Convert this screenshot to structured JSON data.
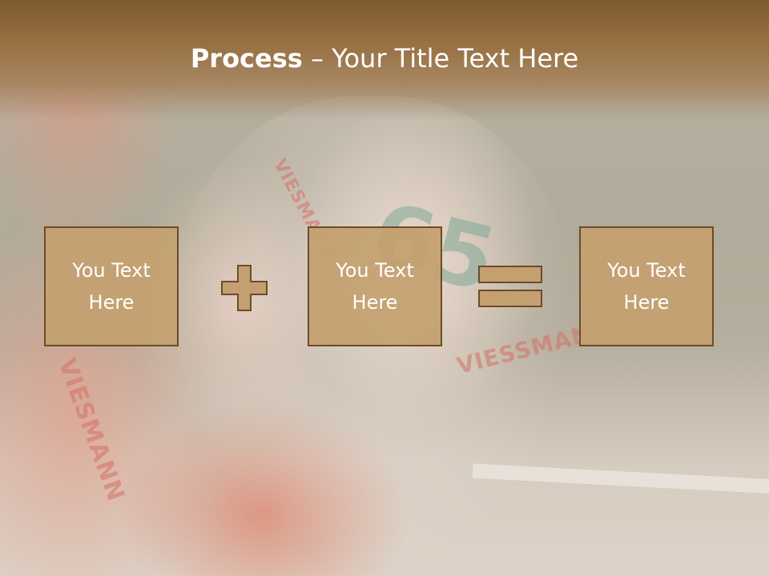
{
  "slide": {
    "title_bold": "Process",
    "title_dash": " – ",
    "title_rest": "Your Title Text Here"
  },
  "boxes": [
    {
      "text": "You Text\nHere"
    },
    {
      "text": "You Text\nHere"
    },
    {
      "text": "You Text\nHere"
    }
  ],
  "background_stickers": [
    "VIESSMANN",
    "VIESMANN",
    "VIESMANN"
  ],
  "background_number": "65",
  "icons": {
    "plus": "plus-icon",
    "equals": "equals-icon"
  },
  "colors": {
    "title_bar": "#8b6539",
    "box_fill": "#c4a070",
    "box_border": "#6b4b2c",
    "operator_fill": "#c4a070"
  }
}
